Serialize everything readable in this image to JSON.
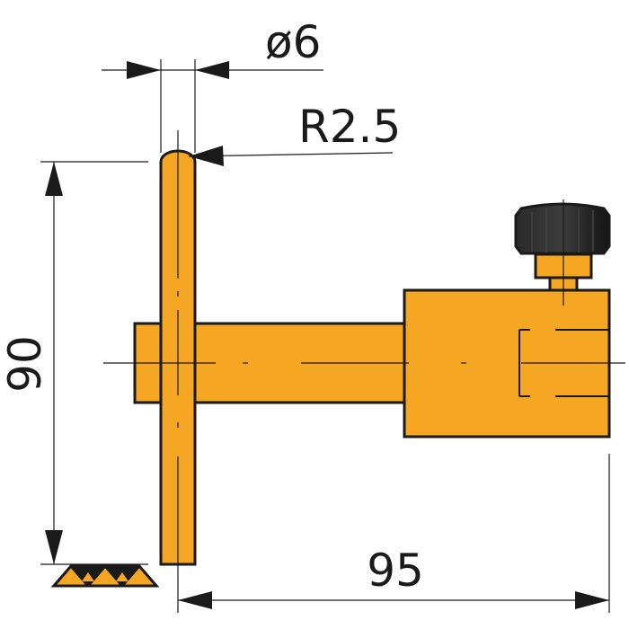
{
  "dimensions": {
    "diameter_label": "ø6",
    "radius_label": "R2.5",
    "height_label": "90",
    "width_label": "95"
  },
  "colors": {
    "part_fill": "#f5a623",
    "outline": "#1a1a1a",
    "knob": "#1e1e1e",
    "background": "#ffffff"
  },
  "icons": {
    "surface_finish": "surface-finish-triangles-icon"
  }
}
